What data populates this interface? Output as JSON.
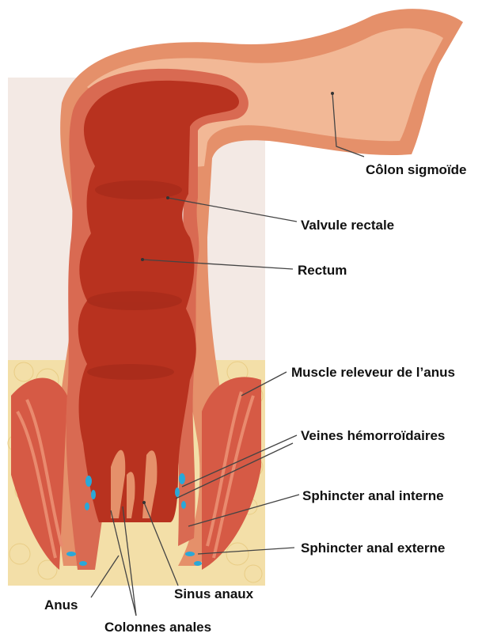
{
  "labels": {
    "sigmoid_colon": "Côlon sigmoïde",
    "rectal_valve": "Valvule rectale",
    "rectum": "Rectum",
    "levator_ani": "Muscle releveur de l’anus",
    "hemorrhoidal_veins": "Veines hémorroïdaires",
    "internal_sphincter": "Sphincter anal interne",
    "external_sphincter": "Sphincter anal externe",
    "anus": "Anus",
    "anal_sinuses": "Sinus anaux",
    "anal_columns": "Colonnes anales"
  },
  "colors": {
    "background_panel": "#f3e9e4",
    "fat_tissue": "#f3dfa8",
    "colon_outer": "#e5906a",
    "colon_inner": "#f2b896",
    "mucosa_band": "#d96a52",
    "lumen": "#b8321f",
    "lumen_dark": "#a02818",
    "muscle": "#d65a45",
    "muscle_stripe": "#e98a6e",
    "veins": "#2aa8d8"
  }
}
